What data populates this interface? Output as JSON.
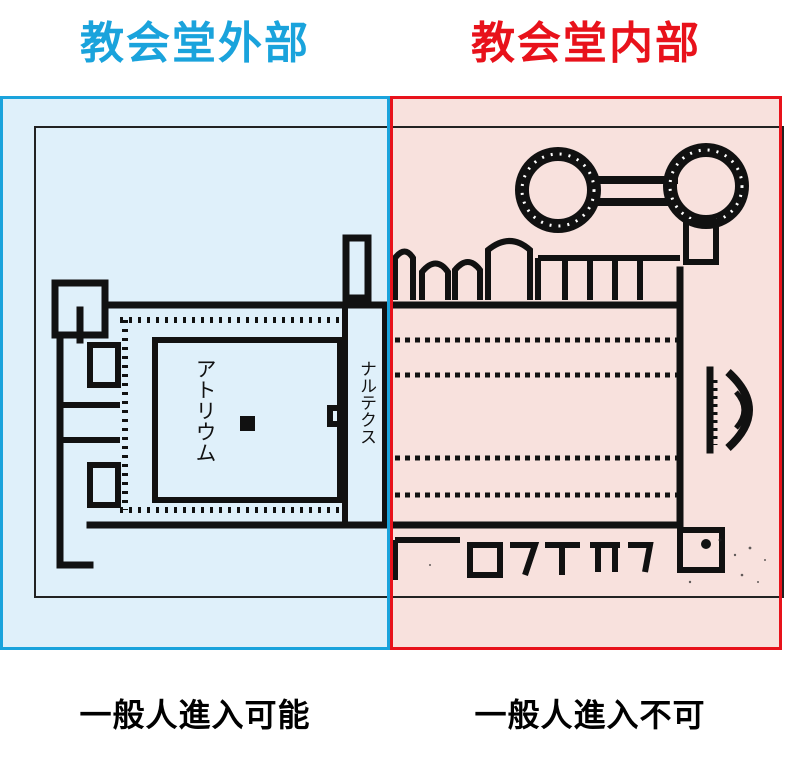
{
  "outside": {
    "heading": "教会堂外部",
    "caption": "一般人進入可能",
    "color": "#1aa3dc",
    "fill": "#dff0fa"
  },
  "inside": {
    "heading": "教会堂内部",
    "caption": "一般人進入不可",
    "color": "#e8121b",
    "fill": "#f8e1dd"
  },
  "plan": {
    "atrium_label": "アトリウム",
    "narthex_label": "ナルテクス"
  }
}
